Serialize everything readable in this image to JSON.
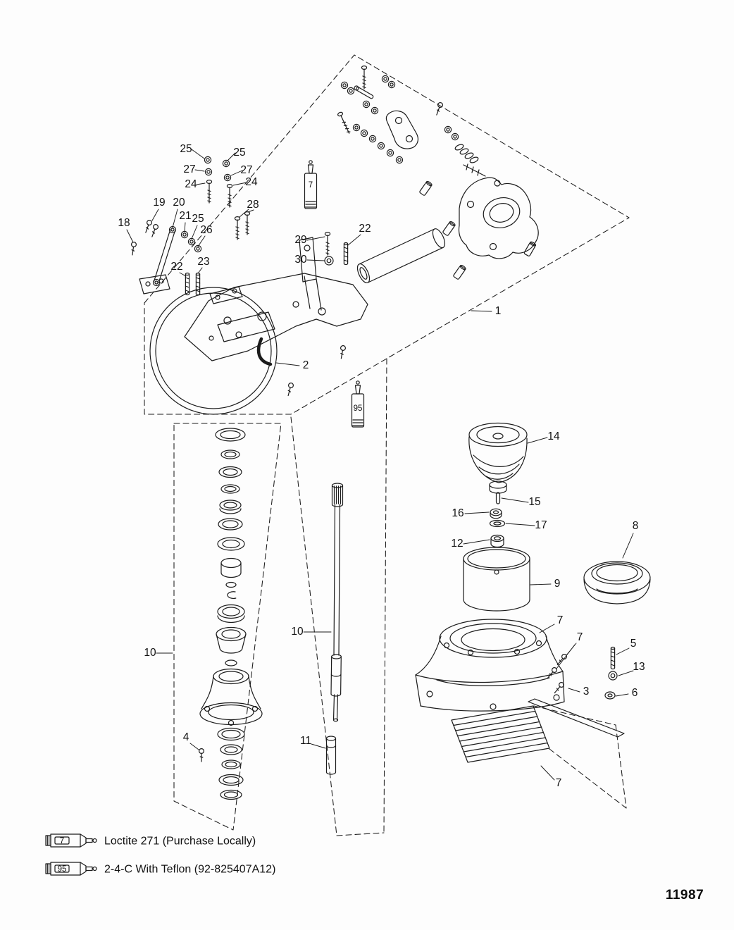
{
  "figure": {
    "number": "11987"
  },
  "legend": {
    "items": [
      {
        "tube": "7",
        "text": "Loctite 271 (Purchase Locally)"
      },
      {
        "tube": "95",
        "text": "2-4-C With Teflon (92-825407A12)"
      }
    ]
  },
  "tubes": {
    "loctite": "7",
    "teflon": "95"
  },
  "callouts": {
    "n25a": "25",
    "n27a": "27",
    "n24a": "24",
    "n25b": "25",
    "n27b": "27",
    "n24b": "24",
    "n28": "28",
    "n18": "18",
    "n19": "19",
    "n20": "20",
    "n21": "21",
    "n25c": "25",
    "n26": "26",
    "n22a": "22",
    "n23": "23",
    "n29": "29",
    "n22b": "22",
    "n30": "30",
    "n1": "1",
    "n2": "2",
    "n10a": "10",
    "n10b": "10",
    "n4": "4",
    "n11": "11",
    "n14": "14",
    "n15": "15",
    "n16": "16",
    "n17": "17",
    "n12": "12",
    "n9": "9",
    "n8": "8",
    "n7a": "7",
    "n7b": "7",
    "n5": "5",
    "n13": "13",
    "n3": "3",
    "n6": "6",
    "n7c": "7"
  }
}
